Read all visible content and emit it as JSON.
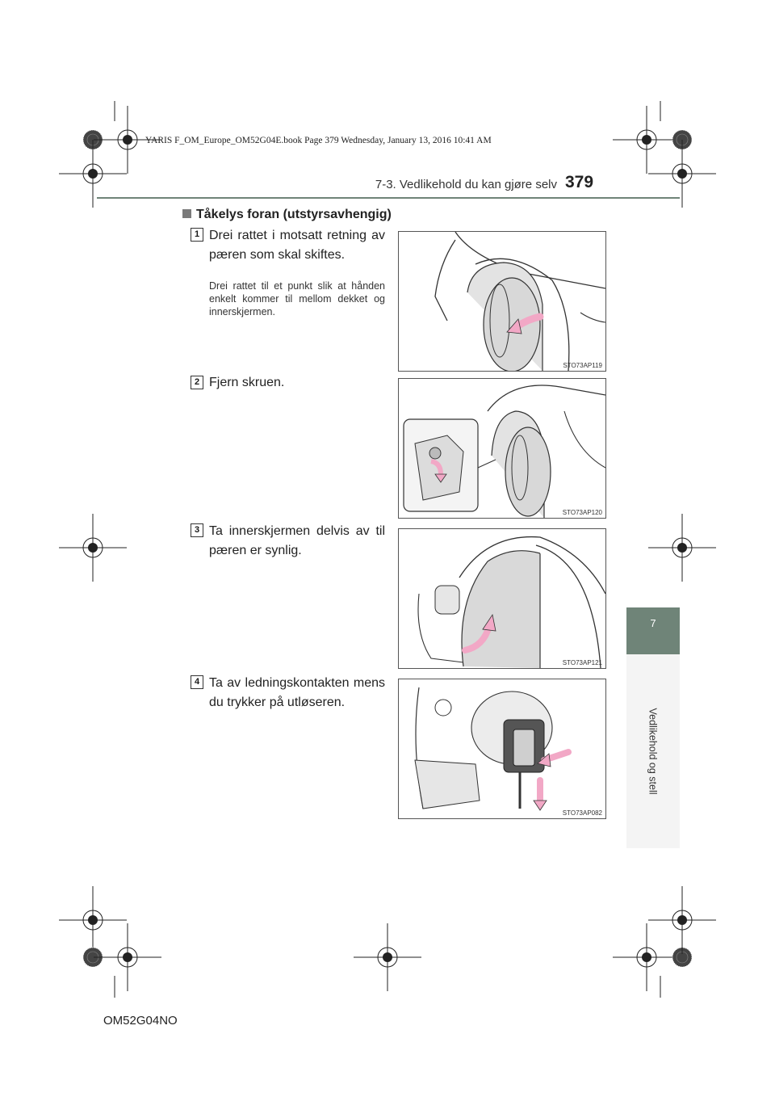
{
  "book_info": "YARIS F_OM_Europe_OM52G04E.book Page 379 Wednesday, January 13, 2016 10:41 AM",
  "header": {
    "section_title": "7-3. Vedlikehold du kan gjøre selv",
    "page_number": "379"
  },
  "chapter_tab": {
    "number": "7",
    "label": "Vedlikehold og stell"
  },
  "heading": "Tåkelys foran (utstyrsavhengig)",
  "steps": [
    {
      "number": "1",
      "text": "Drei rattet i motsatt retning av pæren som skal skiftes.",
      "note": "Drei rattet til et punkt slik at hånden enkelt kommer til mellom dekket og innerskjermen.",
      "figure_code": "STO73AP119"
    },
    {
      "number": "2",
      "text": "Fjern skruen.",
      "figure_code": "STO73AP120"
    },
    {
      "number": "3",
      "text": "Ta innerskjermen delvis av til pæren er synlig.",
      "figure_code": "STO73AP121"
    },
    {
      "number": "4",
      "text": "Ta av ledningskontakten mens du trykker på utløseren.",
      "figure_code": "STO73AP082"
    }
  ],
  "footer": {
    "doc_code": "OM52G04NO"
  },
  "colors": {
    "accent": "#6f8478",
    "arrow": "#f2a8c6"
  }
}
